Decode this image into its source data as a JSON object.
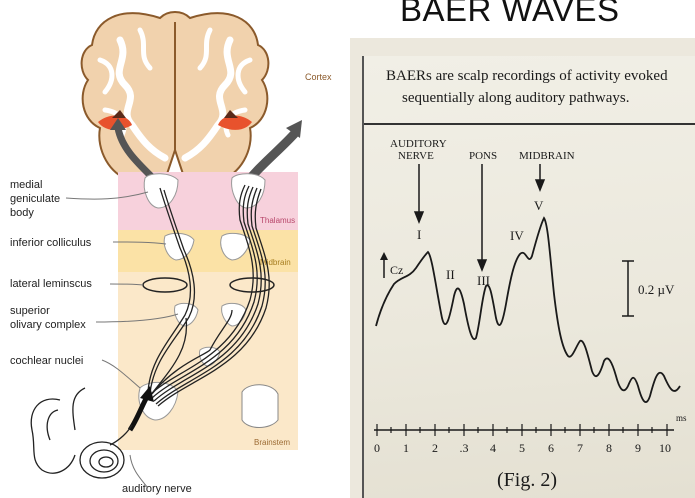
{
  "title": "BAER WAVES",
  "left_figure": {
    "cortex_label": "Cortex",
    "region_labels": {
      "thalamus": "Thalamus",
      "midbrain": "Midbrain",
      "brainstem": "Brainstem"
    },
    "structure_labels": {
      "medial_geniculate_line1": "medial",
      "medial_geniculate_line2": "geniculate",
      "medial_geniculate_line3": "body",
      "inferior_colliculus": "inferior colliculus",
      "lateral_leminscus": "lateral leminscus",
      "superior_olivary_line1": "superior",
      "superior_olivary_line2": "olivary complex",
      "cochlear_nuclei": "cochlear nuclei",
      "auditory_nerve": "auditory nerve"
    },
    "colors": {
      "thalamus": "#f7d1dc",
      "midbrain": "#fbe2a6",
      "brainstem": "#fbe8c9",
      "brain_tissue": "#f1d2ad",
      "highlight": "#e8522d"
    }
  },
  "right_figure": {
    "caption_line1": "BAERs are scalp recordings of activity evoked",
    "caption_line2": "sequentially along auditory pathways.",
    "markers": {
      "auditory_nerve_line1": "AUDITORY",
      "auditory_nerve_line2": "NERVE",
      "pons": "PONS",
      "midbrain": "MIDBRAIN"
    },
    "wave_labels": [
      "I",
      "II",
      "III",
      "IV",
      "V"
    ],
    "electrode_label": "Cz",
    "scale_bar_label": "0.2 µV",
    "x_axis_ticks": [
      "0",
      "1",
      "2",
      ".3",
      "4",
      "5",
      "6",
      "7",
      "8",
      "9",
      "10"
    ],
    "x_axis_unit": "ms",
    "figure_label": "(Fig. 2)"
  }
}
